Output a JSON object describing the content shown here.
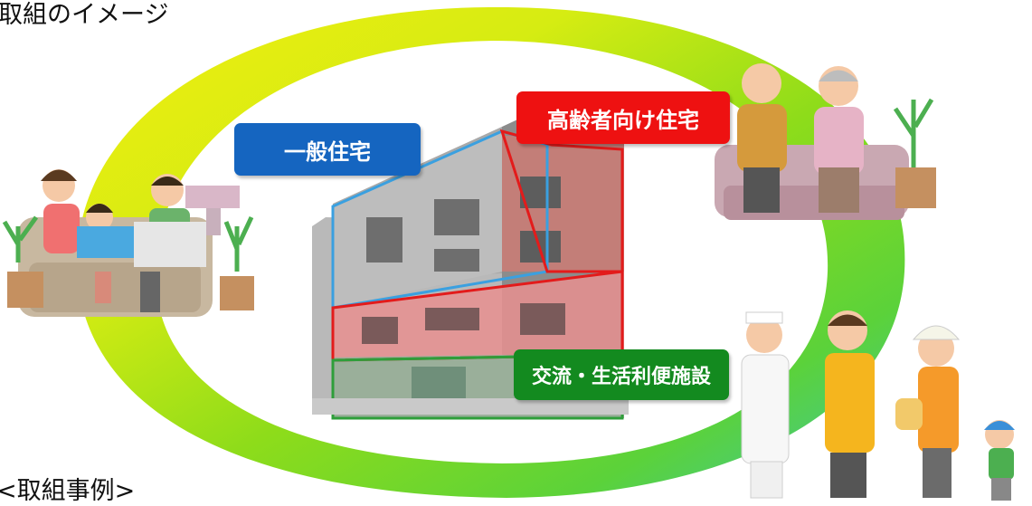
{
  "header": {
    "title": "取組のイメージ"
  },
  "footer": {
    "section_heading": "<取組事例>"
  },
  "labels": {
    "general_housing": "一般住宅",
    "elderly_housing": "高齢者向け住宅",
    "exchange_facility": "交流・生活利便施設"
  },
  "colors": {
    "general_housing": "#1565c0",
    "elderly_housing": "#ee1111",
    "exchange_facility": "#138a1f",
    "ring_yellow": "#f2ee10",
    "ring_green": "#6cd21a",
    "ring_teal": "#3cc7a8"
  },
  "illustrations": [
    "family-on-sofa",
    "elderly-couple-on-sofa",
    "nurse-staff-visitors",
    "apartment-building"
  ]
}
